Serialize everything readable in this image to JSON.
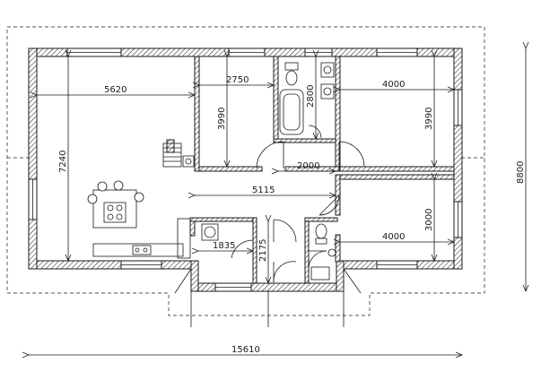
{
  "dimensions": {
    "room_large_width": "5620",
    "room_large_height": "7240",
    "room_top_mid_width": "2750",
    "room_top_mid_height": "3990",
    "bath_depth": "2800",
    "room_top_right_width": "4000",
    "room_top_right_height": "3990",
    "hall_width": "2000",
    "corridor_width": "5115",
    "room_bottom_right_width": "4000",
    "room_bottom_right_height": "3000",
    "utility_width": "1835",
    "entry_depth": "2175",
    "overall_width": "15610",
    "overall_depth": "8800"
  }
}
